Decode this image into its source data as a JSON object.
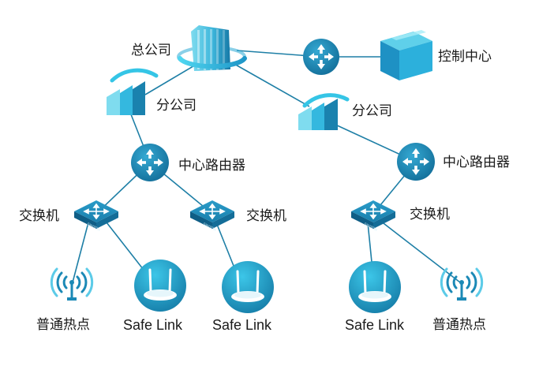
{
  "labels": {
    "hq": "总公司",
    "control_center": "控制中心",
    "branch_left": "分公司",
    "branch_right": "分公司",
    "router_left": "中心路由器",
    "router_right": "中心路由器",
    "switch_left": "交换机",
    "switch_middle": "交换机",
    "switch_right": "交换机",
    "hotspot_left": "普通热点",
    "safelink_1": "Safe Link",
    "safelink_2": "Safe Link",
    "safelink_3": "Safe Link",
    "hotspot_right": "普通热点",
    "switch_badge": "SWITCH"
  },
  "colors": {
    "link_line": "#1e7fa6",
    "router_fill": "#1a86b2",
    "node_dark": "#1476a0",
    "node_light": "#34c3e4",
    "building_light": "#7fdcef",
    "ring": "#35c5e6"
  }
}
